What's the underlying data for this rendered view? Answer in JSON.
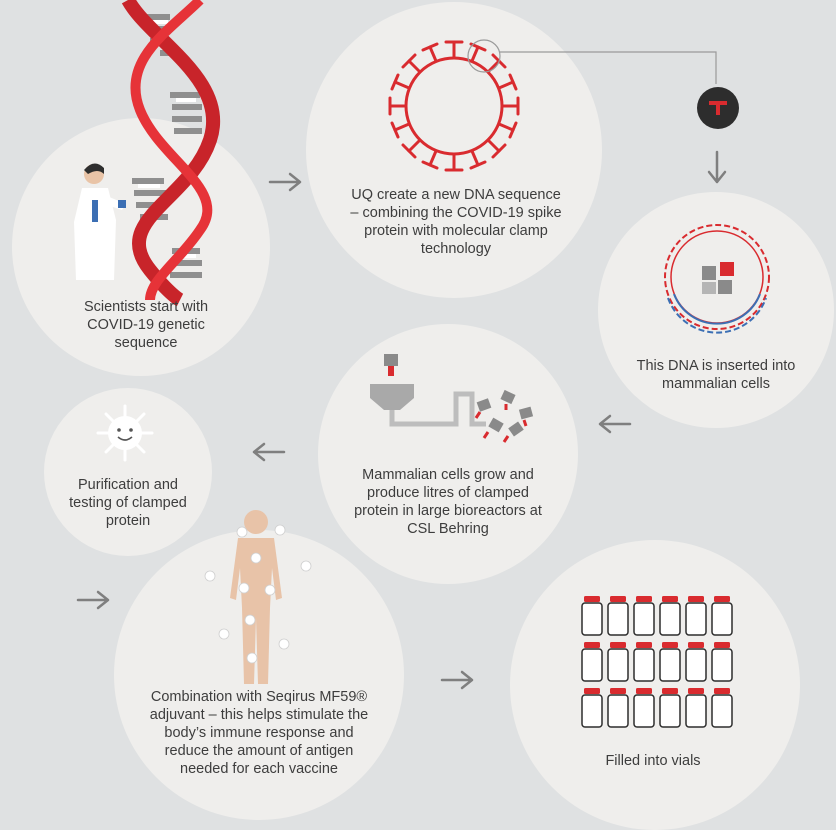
{
  "steps": [
    {
      "id": "genetic",
      "label": "Scientists start with COVID-19 genetic sequence"
    },
    {
      "id": "dna_seq",
      "label": "UQ create a new DNA sequence – combining the COVID-19 spike protein with molecular clamp technology"
    },
    {
      "id": "inserted",
      "label": "This DNA is inserted into mammalian cells"
    },
    {
      "id": "grow",
      "label": "Mammalian cells grow and produce litres of clamped protein in large bioreactors at CSL Behring"
    },
    {
      "id": "purify",
      "label": "Purification and testing of clamped protein"
    },
    {
      "id": "adjuvant",
      "label": "Combination with Seqirus MF59® adjuvant – this helps stimulate the body’s immune response and reduce the amount of antigen needed for each vaccine"
    },
    {
      "id": "vials",
      "label": "Filled into vials"
    }
  ],
  "colors": {
    "background": "#dfe1e2",
    "circle": "#efeeec",
    "accent_red": "#d92b2f",
    "dark": "#2d2d2d",
    "grey": "#8a8a8a",
    "blue": "#3c6fb4",
    "skin": "#e8c3a8"
  },
  "icons": [
    "scientist-icon",
    "dna-helix-icon",
    "spike-virus-icon",
    "clamp-icon",
    "dna-ring-icon",
    "bioreactor-icon",
    "smiling-virus-icon",
    "human-body-icon",
    "vial-icon",
    "arrow-right-icon",
    "arrow-left-icon",
    "arrow-down-icon"
  ]
}
